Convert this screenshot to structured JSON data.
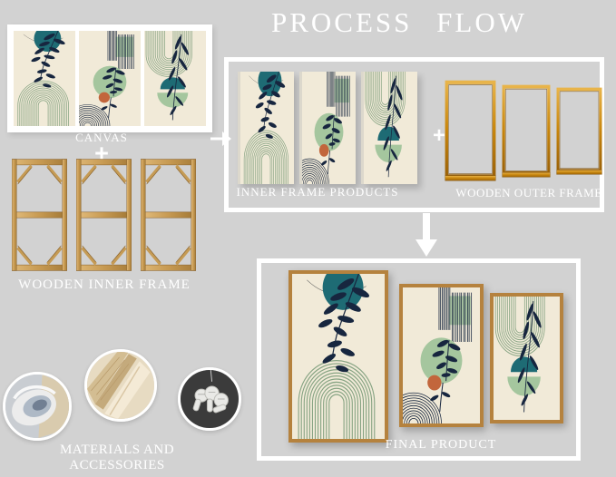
{
  "title": "PROCESS FLOW",
  "steps": {
    "canvas": "CANVAS",
    "wooden_inner_frame": "WOODEN INNER FRAME",
    "inner_frame_products": "INNER FRAME PRODUCTS",
    "wooden_outer_frame": "WOODEN OUTER FRAME",
    "final_product": "FINAL PRODUCT",
    "materials_and_accessories": "MATERIALS AND ACCESSORIES"
  },
  "operators": {
    "plus": "+"
  },
  "icons": {
    "flow_right_arrow": "right-arrow",
    "flow_down_arrow": "down-arrow",
    "combine_plus": "plus"
  },
  "artwork_panel_count": 3,
  "colors": {
    "background": "#d2d2d2",
    "text": "#ffffff",
    "canvas_cream": "#f1ead8",
    "teal": "#1e6b74",
    "sage": "#a5c69e",
    "navy": "#17263f",
    "orange": "#c2663c",
    "stripe_green": "#87a483",
    "wood_light": "#d4a861",
    "wood_dark": "#8a6430",
    "gold": "#c8870e",
    "frame_brown": "#b5823e",
    "hook_panel_dark": "#3b3b3b"
  }
}
